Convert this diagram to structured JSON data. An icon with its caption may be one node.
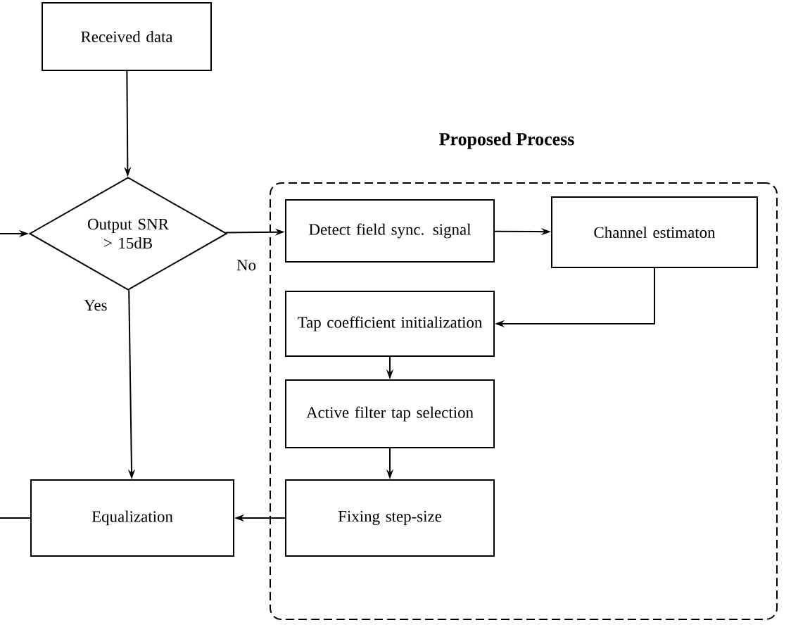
{
  "diagram": {
    "nodes": [
      {
        "text": [
          "Received data"
        ]
      },
      {
        "text": [
          "Output SNR > 15dB"
        ]
      },
      {
        "text": [
          "Proposed Process"
        ]
      },
      {
        "text": [
          "Detect field sync. signal"
        ],
        "in": 2
      },
      {
        "text": [
          "Channel estimaton"
        ],
        "in": 2
      },
      {
        "text": [
          "Tap coefficient initialization"
        ],
        "in": 2
      },
      {
        "text": [
          "Active filter tap selection"
        ],
        "in": 2
      },
      {
        "text": [
          "Fixing step-size"
        ],
        "in": 2
      },
      {
        "text": [
          "Equalization"
        ]
      }
    ],
    "edges": [
      {
        "from": 0,
        "to": 1,
        "arrow": "to"
      },
      {
        "from": 1,
        "to": 3,
        "arrow": "to",
        "label": "No"
      },
      {
        "from": 3,
        "to": 4,
        "arrow": "to"
      },
      {
        "from": 4,
        "to": 5,
        "arrow": "to"
      },
      {
        "from": 5,
        "to": 6,
        "arrow": "to"
      },
      {
        "from": 6,
        "to": 7,
        "arrow": "to"
      },
      {
        "from": 7,
        "to": 8,
        "arrow": "to"
      },
      {
        "from": 1,
        "to": 8,
        "arrow": "to",
        "label": "Yes"
      },
      {
        "from": 8,
        "to": null,
        "arrow": "none"
      },
      {
        "from": null,
        "to": 1,
        "arrow": "to"
      }
    ]
  }
}
